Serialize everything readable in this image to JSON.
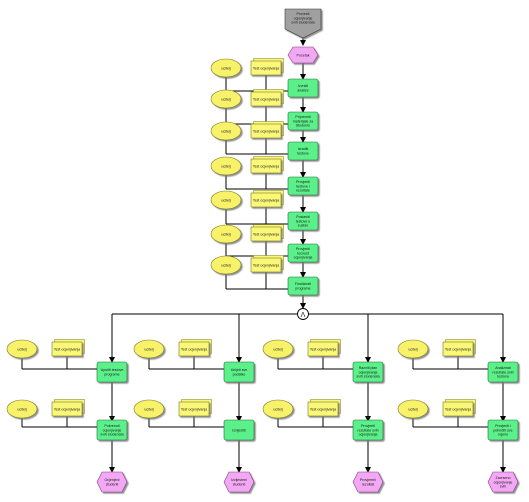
{
  "diagram": {
    "colors": {
      "function": "#5cf08a",
      "event": "#f2a8f2",
      "role": "#f7f26b",
      "document": "#fbf879",
      "start": "#a0a0a0",
      "line": "#000000"
    },
    "start_node": "Provesti ocjenjivanje svih studenata",
    "start_event": "Pocetak",
    "connector_symbol": "Λ",
    "role_label": "ucitelj",
    "document_label": "Test ocjenjivanja",
    "main_steps": [
      "Izvrsiti analize",
      "Pripremiti materijale za Students",
      "Izraditi testove",
      "Provjeriti testove i rezultate",
      "Postaviti testove u sustav",
      "Provjeriti tocnost ocjenjivanja",
      "Finalizirati programe"
    ],
    "branches": [
      {
        "step1": "Uputiti testove programe",
        "step2": "Pokrenuti ocjenjivanje svih studenata",
        "end": "Ocjenjeni studenti"
      },
      {
        "step1": "Unijeti sve podatke",
        "step2": "Izvijestiti",
        "end": "Izvijesteni studenti"
      },
      {
        "step1": "Razviti plan ocjenjivanja svih studenata",
        "step2": "Provjeriti rezultate svih ocjenjivanja",
        "end": "Provjereni rezultati"
      },
      {
        "step1": "Analizirati rezultate svih testova",
        "step2": "Provjeriti i potvrditi sve ocjene",
        "end": "Zavrseno ocjenjivanje svih studenata"
      }
    ]
  }
}
